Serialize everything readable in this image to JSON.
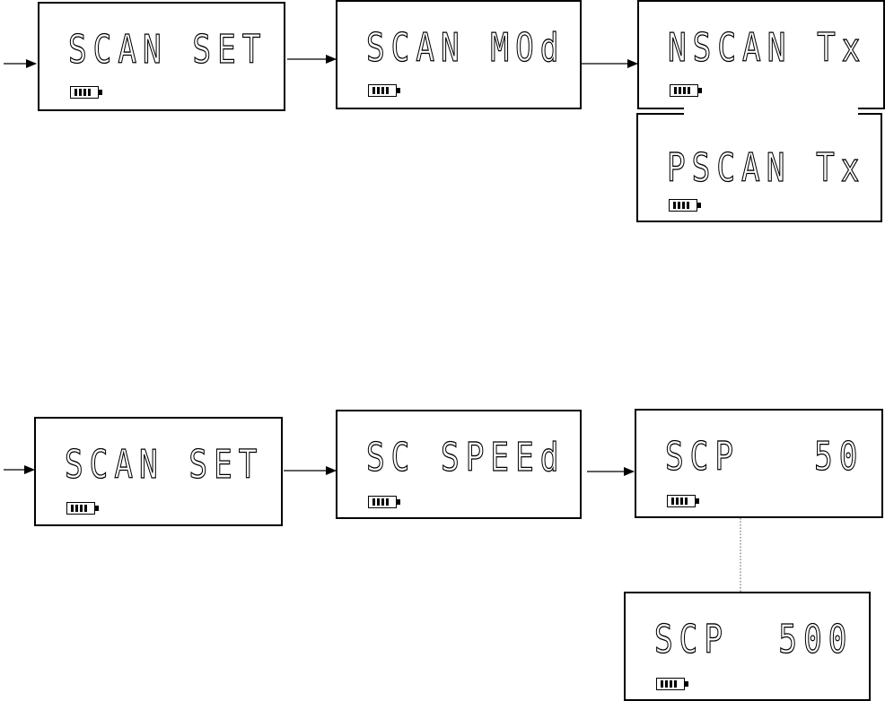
{
  "displays": {
    "d1": {
      "text": "SCAN SET",
      "battery_level": 4
    },
    "d2": {
      "text": "SCAN MOd",
      "battery_level": 4
    },
    "d3": {
      "text": "NSCAN Tx",
      "battery_level": 4
    },
    "d4": {
      "text": "PSCAN Tx",
      "battery_level": 4
    },
    "d5": {
      "text": "SCAN SET",
      "battery_level": 4
    },
    "d6": {
      "text": "SC SPEEd",
      "battery_level": 4
    },
    "d7": {
      "text": "SCP   50",
      "battery_level": 4
    },
    "d8": {
      "text": "SCP  500",
      "battery_level": 4
    }
  },
  "icons": {
    "battery": "battery-icon",
    "arrow": "arrow-right-icon"
  },
  "colors": {
    "line": "#000000",
    "background": "#ffffff",
    "dotted_link": "#555555"
  }
}
